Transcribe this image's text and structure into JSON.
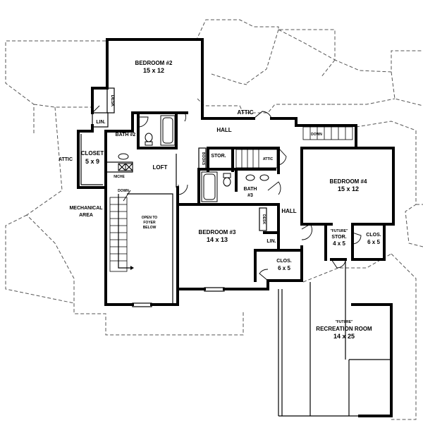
{
  "labels": {
    "bedroom2_name": "BEDROOM #2",
    "bedroom2_size": "15 x 12",
    "bedroom3_name": "BEDROOM #3",
    "bedroom3_size": "14 x 13",
    "bedroom4_name": "BEDROOM #4",
    "bedroom4_size": "15 x 12",
    "bath2": "BATH #2",
    "bath3_line1": "BATH",
    "bath3_line2": "#3",
    "closet_name": "CLOSET",
    "closet_size": "5 x 9",
    "attic_left": "ATTIC",
    "attic_top": "ATTIC",
    "attic_small": "ATTIC",
    "hall_top": "HALL",
    "hall_right": "HALL",
    "loft": "LOFT",
    "stor": "STOR.",
    "books": "BOOKS",
    "desk_upper": "DESK",
    "desk_lower": "DESK",
    "lin_upper": "LIN.",
    "lin_lower": "LIN.",
    "niche": "NICHE",
    "down_left": "DOWN",
    "down_right": "DOWN",
    "mechanical_line1": "MECHANICAL",
    "mechanical_line2": "AREA",
    "open_line1": "OPEN TO",
    "open_line2": "FOYER",
    "open_line3": "BELOW",
    "future_stor_tag": "\"FUTURE\"",
    "future_stor_name": "STOR.",
    "future_stor_size": "4 x 5",
    "clos_right_name": "CLOS.",
    "clos_right_size": "6 x 5",
    "clos_center_name": "CLOS.",
    "clos_center_size": "6 x 5",
    "rec_tag": "\"FUTURE\"",
    "rec_name": "RECREATION ROOM",
    "rec_size": "14 x 25"
  }
}
